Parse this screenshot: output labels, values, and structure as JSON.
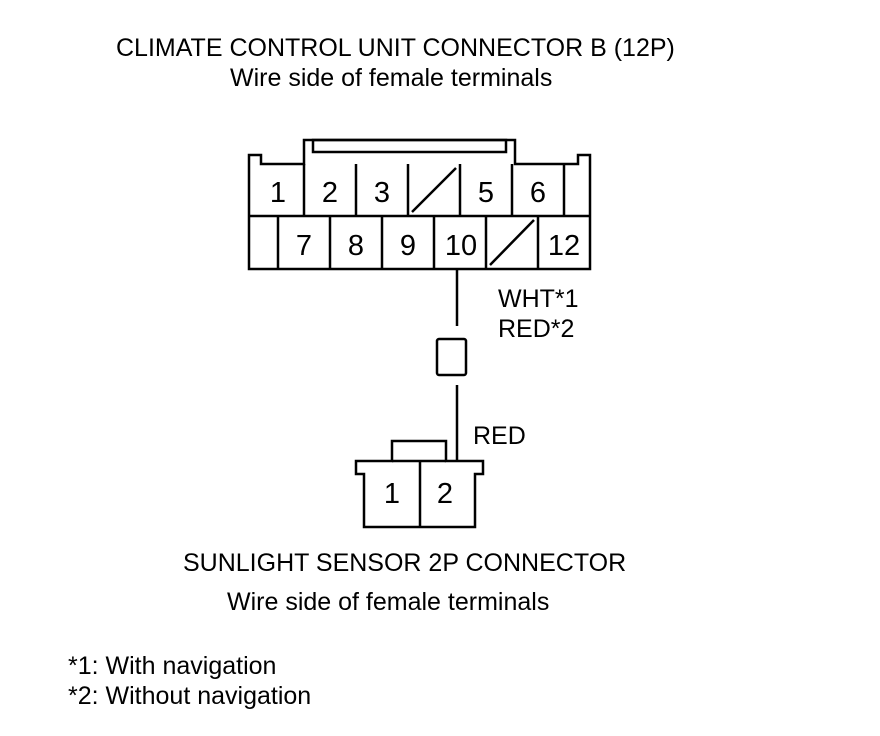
{
  "connector_b": {
    "title": "CLIMATE CONTROL UNIT CONNECTOR B (12P)",
    "subtitle": "Wire side of female terminals",
    "top_row_pins": [
      "1",
      "2",
      "3",
      "",
      "5",
      "6"
    ],
    "bottom_row_pins": [
      "7",
      "8",
      "9",
      "10",
      "",
      "12"
    ],
    "wire_label_1": "WHT*1",
    "wire_label_2": "RED*2"
  },
  "sensor_connector": {
    "title": "SUNLIGHT SENSOR 2P CONNECTOR",
    "subtitle": "Wire side of female terminals",
    "pins": [
      "1",
      "2"
    ],
    "wire_label": "RED"
  },
  "notes": {
    "note_1": "*1: With navigation",
    "note_2": "*2: Without navigation"
  }
}
